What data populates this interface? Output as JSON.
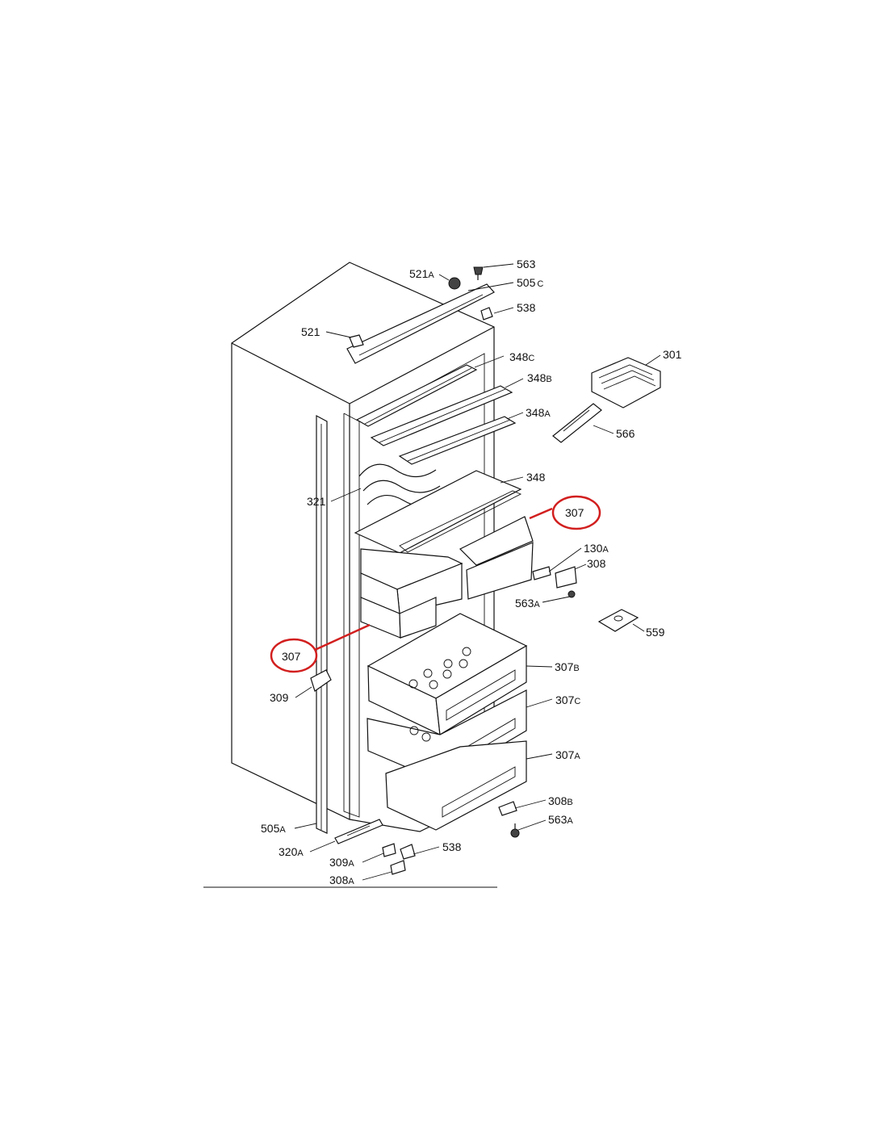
{
  "callouts": [
    {
      "id": "c563",
      "num": "563",
      "suf": ""
    },
    {
      "id": "c521A",
      "num": "521",
      "suf": "A"
    },
    {
      "id": "c505C",
      "num": "505",
      "suf": "C"
    },
    {
      "id": "c538t",
      "num": "538",
      "suf": ""
    },
    {
      "id": "c521",
      "num": "521",
      "suf": ""
    },
    {
      "id": "c348C",
      "num": "348",
      "suf": "C"
    },
    {
      "id": "c301",
      "num": "301",
      "suf": ""
    },
    {
      "id": "c348B",
      "num": "348",
      "suf": "B"
    },
    {
      "id": "c348A",
      "num": "348",
      "suf": "A"
    },
    {
      "id": "c566",
      "num": "566",
      "suf": ""
    },
    {
      "id": "c348",
      "num": "348",
      "suf": ""
    },
    {
      "id": "c321",
      "num": "321",
      "suf": ""
    },
    {
      "id": "c130A",
      "num": "130",
      "suf": "A"
    },
    {
      "id": "c308",
      "num": "308",
      "suf": ""
    },
    {
      "id": "c563A1",
      "num": "563",
      "suf": "A"
    },
    {
      "id": "c559",
      "num": "559",
      "suf": ""
    },
    {
      "id": "c307B",
      "num": "307",
      "suf": "B"
    },
    {
      "id": "c309",
      "num": "309",
      "suf": ""
    },
    {
      "id": "c307C",
      "num": "307",
      "suf": "C"
    },
    {
      "id": "c307A",
      "num": "307",
      "suf": "A"
    },
    {
      "id": "c308B",
      "num": "308",
      "suf": "B"
    },
    {
      "id": "c563A2",
      "num": "563",
      "suf": "A"
    },
    {
      "id": "c505A",
      "num": "505",
      "suf": "A"
    },
    {
      "id": "c320A",
      "num": "320",
      "suf": "A"
    },
    {
      "id": "c538b",
      "num": "538",
      "suf": ""
    },
    {
      "id": "c309A",
      "num": "309",
      "suf": "A"
    },
    {
      "id": "c308A",
      "num": "308",
      "suf": "A"
    }
  ],
  "highlights": [
    {
      "id": "h307r",
      "num": "307"
    },
    {
      "id": "h307l",
      "num": "307"
    }
  ],
  "colors": {
    "highlight": "#d21f1f",
    "ink": "#111111",
    "background": "#ffffff"
  }
}
